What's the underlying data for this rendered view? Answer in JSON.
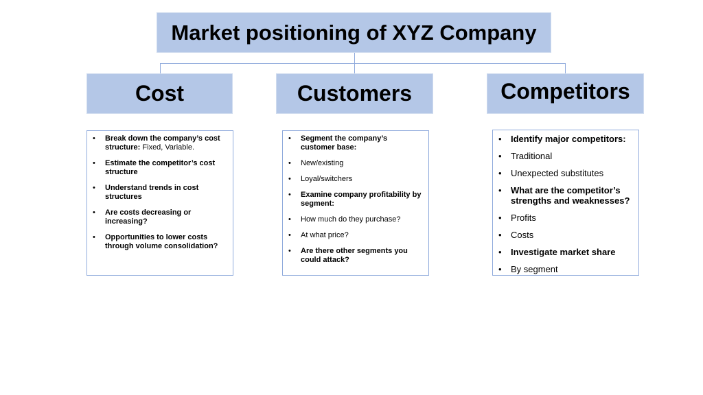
{
  "title": "Market positioning of XYZ Company",
  "columns": [
    {
      "heading": "Cost",
      "items": [
        {
          "bold": "Break down the company’s cost structure:",
          "text": " Fixed, Variable."
        },
        {
          "bold": "Estimate the competitor’s cost structure",
          "text": ""
        },
        {
          "bold": "Understand trends in cost structures",
          "text": ""
        },
        {
          "bold": "Are costs decreasing or increasing?",
          "text": ""
        },
        {
          "bold": "Opportunities to lower costs through volume consolidation?",
          "text": ""
        }
      ]
    },
    {
      "heading": "Customers",
      "items": [
        {
          "bold": "Segment the company’s customer base:",
          "text": ""
        },
        {
          "bold": "",
          "text": "New/existing"
        },
        {
          "bold": "",
          "text": "Loyal/switchers"
        },
        {
          "bold": "Examine company profitability by segment:",
          "text": ""
        },
        {
          "bold": "",
          "text": "How much do they purchase?"
        },
        {
          "bold": "",
          "text": "At what price?"
        },
        {
          "bold": "Are there other segments you could attack?",
          "text": ""
        }
      ]
    },
    {
      "heading": "Competitors",
      "items": [
        {
          "bold": "Identify major competitors:",
          "text": ""
        },
        {
          "bold": "",
          "text": "Traditional"
        },
        {
          "bold": "",
          "text": "Unexpected substitutes"
        },
        {
          "bold": "What are the competitor’s strengths and weaknesses?",
          "text": ""
        },
        {
          "bold": "",
          "text": "Profits"
        },
        {
          "bold": "",
          "text": "Costs"
        },
        {
          "bold": "Investigate market share",
          "text": ""
        },
        {
          "bold": "",
          "text": "By segment"
        }
      ]
    }
  ]
}
